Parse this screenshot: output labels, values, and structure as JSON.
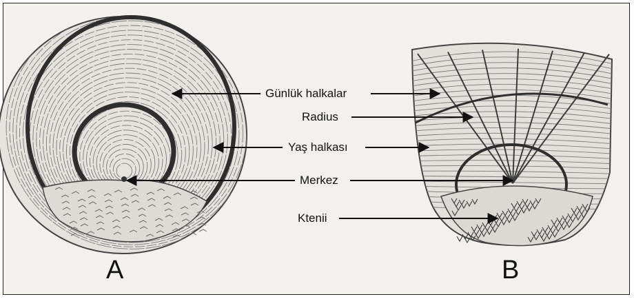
{
  "labels": {
    "daily_rings": "Günlük halkalar",
    "radius": "Radius",
    "age_ring": "Yaş halkası",
    "center": "Merkez",
    "ctenii": "Ktenii"
  },
  "panels": {
    "left": "A",
    "right": "B"
  },
  "colors": {
    "background": "#f3f1ee",
    "pencil": "#555555",
    "dark_ring": "#2e2e2e",
    "arrow": "#111111"
  }
}
